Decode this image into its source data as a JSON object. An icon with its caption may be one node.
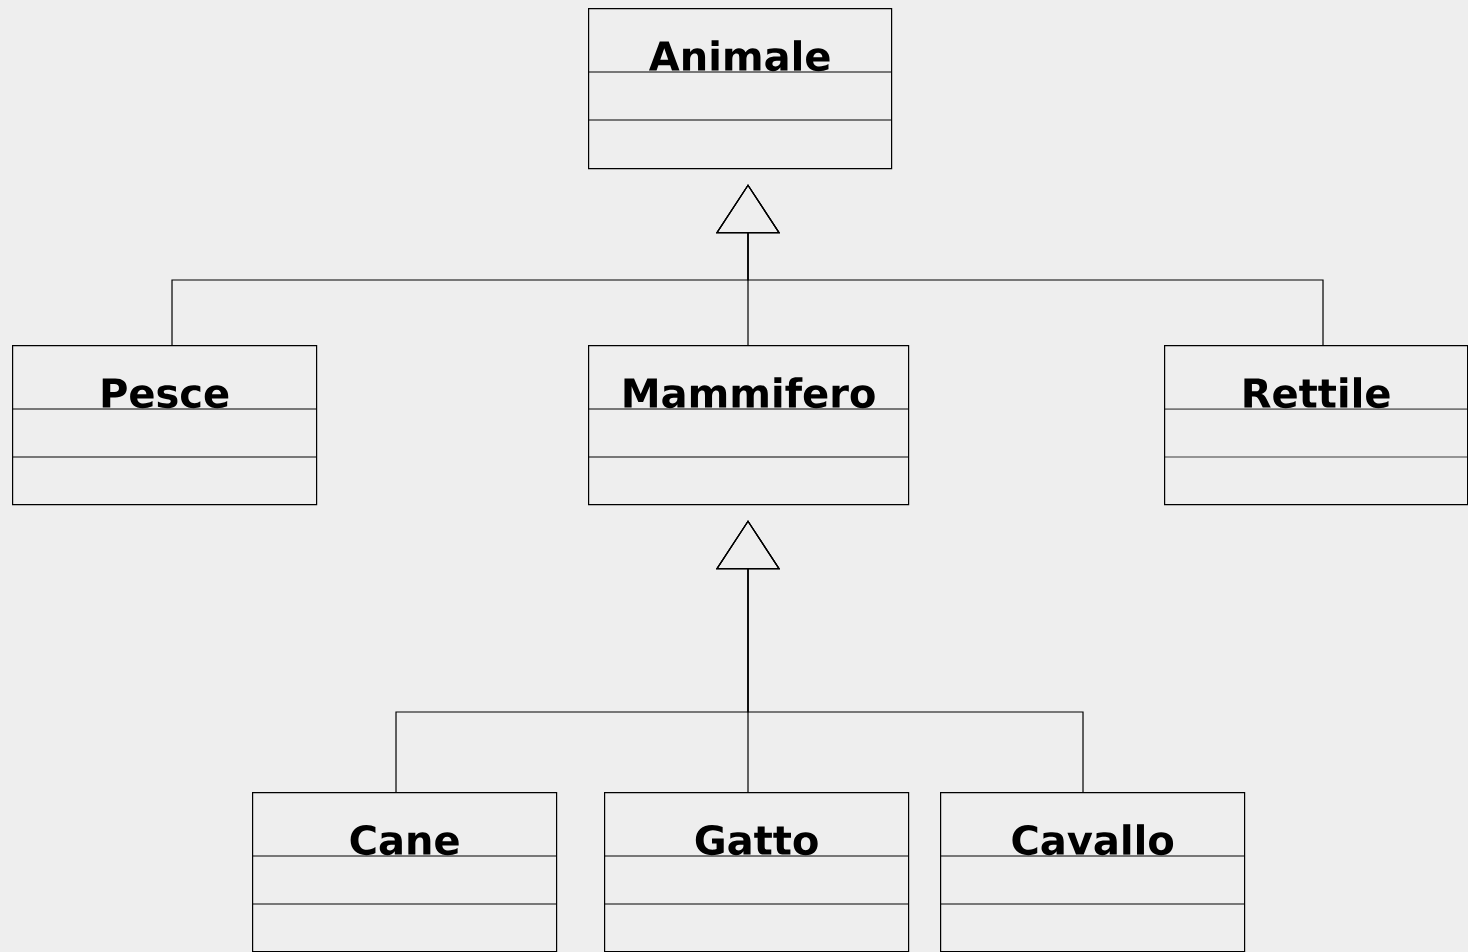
{
  "diagram": {
    "nodes": [
      {
        "text": [
          "Animale"
        ]
      },
      {
        "text": [
          "Pesce"
        ]
      },
      {
        "text": [
          "Mammifero"
        ]
      },
      {
        "text": [
          "Rettile"
        ]
      },
      {
        "text": [
          "Cane"
        ]
      },
      {
        "text": [
          "Gatto"
        ]
      },
      {
        "text": [
          "Cavallo"
        ]
      }
    ],
    "edges": [
      {
        "from": 1,
        "to": 0,
        "arrow": "to"
      },
      {
        "from": 2,
        "to": 0,
        "arrow": "to"
      },
      {
        "from": 3,
        "to": 0,
        "arrow": "to"
      },
      {
        "from": 4,
        "to": 2,
        "arrow": "to"
      },
      {
        "from": 5,
        "to": 2,
        "arrow": "to"
      },
      {
        "from": 6,
        "to": 2,
        "arrow": "to"
      }
    ]
  }
}
